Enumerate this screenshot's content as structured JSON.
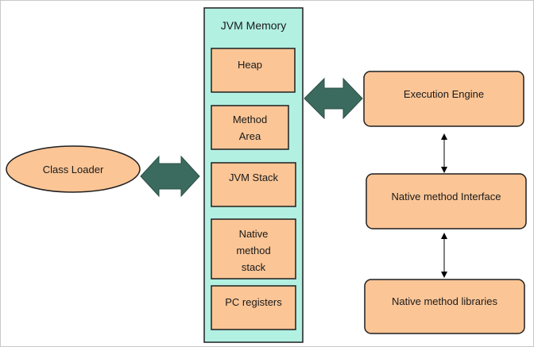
{
  "diagram": {
    "memory_title": "JVM Memory",
    "memory_areas": [
      {
        "label": "Heap"
      },
      {
        "label": "Method\nArea"
      },
      {
        "label": "JVM Stack"
      },
      {
        "label": "Native\nmethod\nstack"
      },
      {
        "label": "PC registers"
      }
    ],
    "class_loader": "Class Loader",
    "execution_engine": "Execution Engine",
    "native_interface": "Native method Interface",
    "native_libraries": "Native method libraries"
  },
  "colors": {
    "memory_panel_fill": "#b2f0e2",
    "box_fill": "#fbc596",
    "outline": "#1f1f1f",
    "double_arrow": "#3b6b5e",
    "connector": "#000000"
  }
}
